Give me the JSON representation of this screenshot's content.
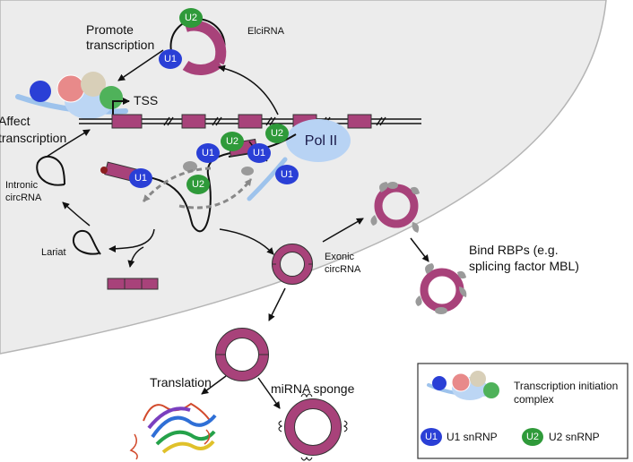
{
  "colors": {
    "nucleus": "#ececec",
    "exon": "#a8427a",
    "u1": "#2a3fd6",
    "u2": "#2f9a3a",
    "pol": "#b8d3f4",
    "rbp": "#9a9a9a",
    "line": "#111111"
  },
  "labels": {
    "promote": [
      "Promote",
      "transcription"
    ],
    "elcirna": "ElciRNA",
    "tss": "TSS",
    "affect": [
      "Affect",
      "transcription"
    ],
    "intronic": [
      "Intronic",
      "circRNA"
    ],
    "lariat": "Lariat",
    "pol2": "Pol II",
    "exonic": [
      "Exonic",
      "circRNA"
    ],
    "bind": [
      "Bind RBPs (e.g.",
      "splicing factor MBL)"
    ],
    "translation": "Translation",
    "sponge": "miRNA sponge"
  },
  "snrnp": {
    "u1": "U1",
    "u2": "U2"
  },
  "legend": {
    "tic": [
      "Transcription initiation",
      "complex"
    ],
    "u1": "U1 snRNP",
    "u2": "U2 snRNP"
  }
}
